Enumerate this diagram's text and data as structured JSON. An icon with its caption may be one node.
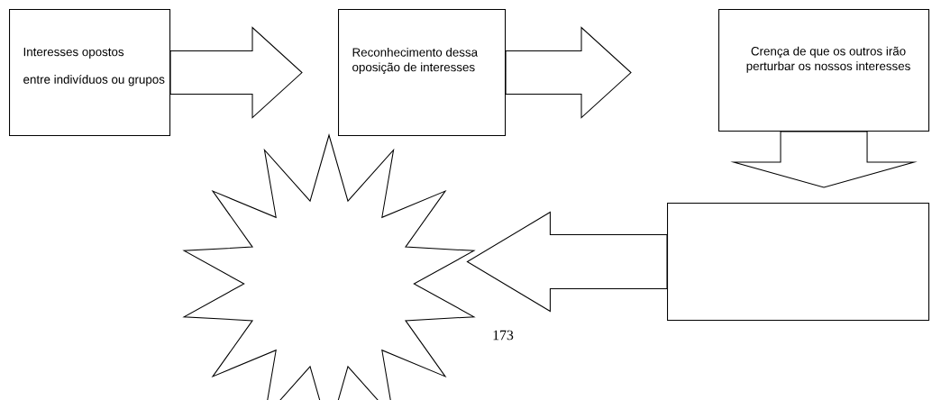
{
  "diagram": {
    "nodes": [
      {
        "text": [
          "Interesses opostos",
          "entre indivíduos ou grupos"
        ]
      },
      {
        "text": [
          "Reconhecimento dessa oposição de interesses"
        ]
      },
      {
        "text": [
          "Crença de que os outros irão perturbar os nossos interesses"
        ]
      },
      {
        "text": [],
        "shape": "box"
      },
      {
        "text": [],
        "shape": "star"
      }
    ],
    "edges": [
      {
        "from": 0,
        "to": 1,
        "arrow": "to"
      },
      {
        "from": 1,
        "to": 2,
        "arrow": "to"
      },
      {
        "from": 2,
        "to": 3,
        "arrow": "to"
      },
      {
        "from": 3,
        "to": 4,
        "arrow": "to"
      }
    ],
    "labels": [
      "173"
    ]
  }
}
